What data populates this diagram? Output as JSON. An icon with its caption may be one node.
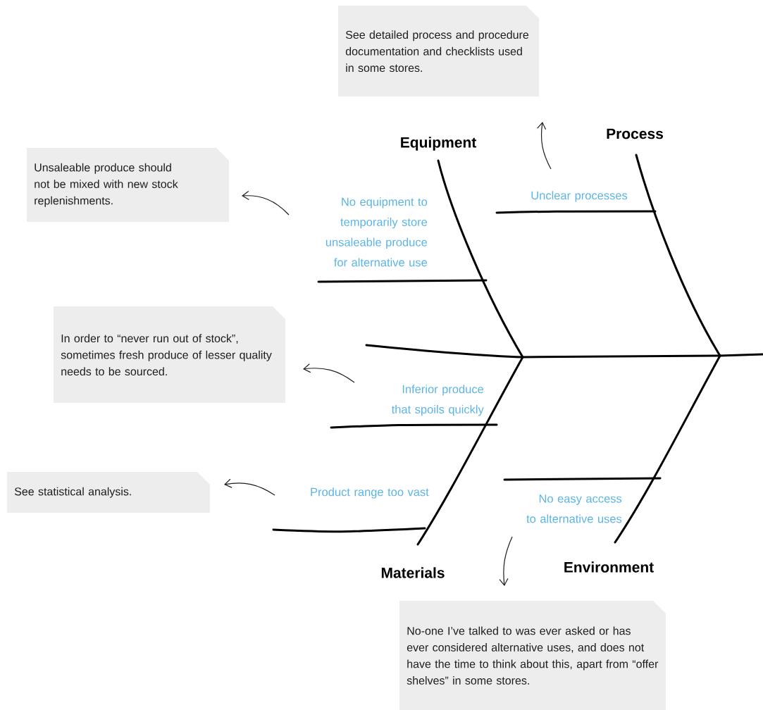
{
  "diagram": {
    "nodes": [
      {
        "text": [
          "See detailed process and procedure documentation and checklists used in some stores."
        ]
      },
      {
        "text": [
          "Unsaleable produce should not be mixed with new stock replenishments."
        ]
      },
      {
        "text": [
          "No equipment to temporarily store unsaleable produce for alternative use"
        ]
      },
      {
        "text": [
          "Unclear processes"
        ]
      },
      {
        "text": [
          "In order to “never run out of stock”, sometimes fresh produce of lesser quality needs to be sourced."
        ]
      },
      {
        "text": [
          "Inferior produce that spoils quickly"
        ]
      },
      {
        "text": [
          "See statistical analysis."
        ]
      },
      {
        "text": [
          "Product range too vast"
        ]
      },
      {
        "text": [
          "No easy access to alternative uses"
        ]
      },
      {
        "text": [
          "No-one I’ve talked to was ever asked or has ever considered alternative uses, and does not have the time to think about this, apart from “offer shelves” in some stores."
        ]
      }
    ],
    "edges": [
      {
        "from": 3,
        "to": 0,
        "arrow": "to"
      },
      {
        "from": 2,
        "to": 1,
        "arrow": "to"
      },
      {
        "from": 5,
        "to": 4,
        "arrow": "to"
      },
      {
        "from": 7,
        "to": 6,
        "arrow": "to"
      },
      {
        "from": 8,
        "to": 9,
        "arrow": "to"
      }
    ],
    "labels": [
      "Equipment",
      "Process",
      "Materials",
      "Environment"
    ]
  }
}
